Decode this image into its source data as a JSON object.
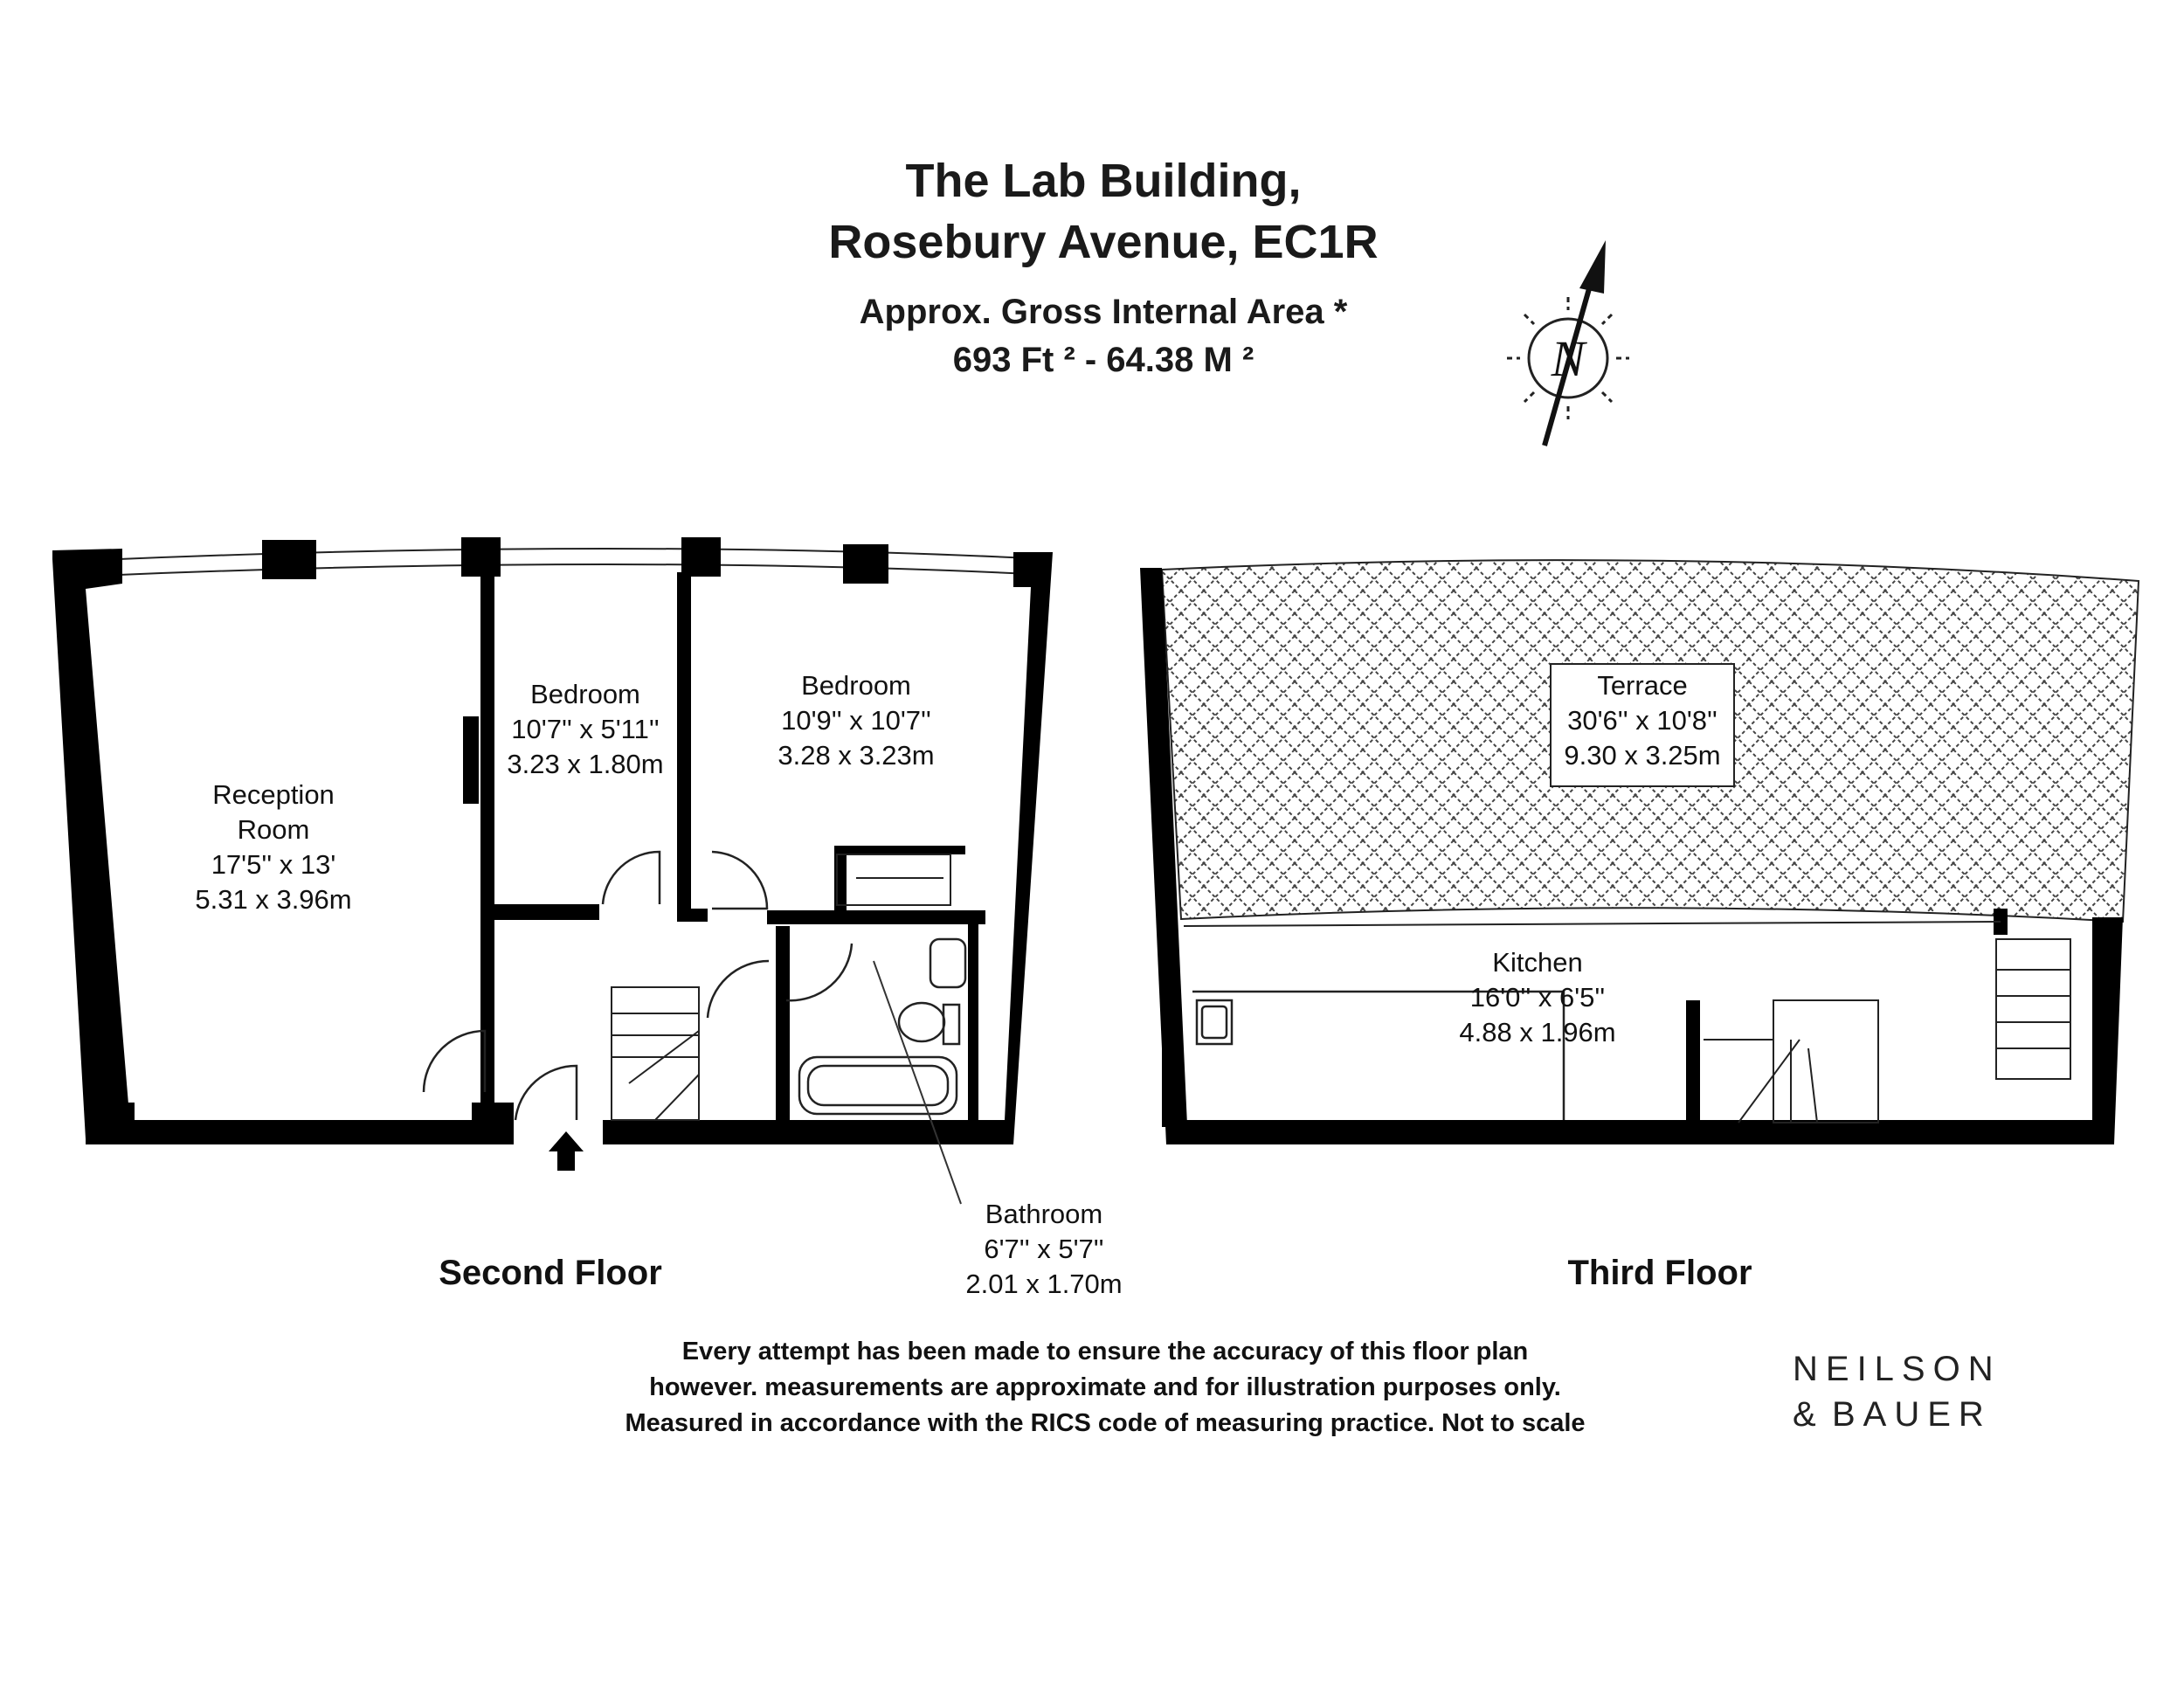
{
  "header": {
    "title_line1": "The Lab Building,",
    "title_line2": "Rosebury Avenue, EC1R",
    "area_label": "Approx. Gross Internal Area *",
    "area_value": "693 Ft ² - 64.38 M ²"
  },
  "compass": {
    "letter": "N"
  },
  "floors": {
    "second": {
      "label": "Second Floor",
      "rooms": [
        {
          "name": "Reception\nRoom",
          "imperial": "17'5'' x 13'",
          "metric": "5.31 x 3.96m"
        },
        {
          "name": "Bedroom",
          "imperial": "10'7'' x 5'11''",
          "metric": "3.23 x 1.80m"
        },
        {
          "name": "Bedroom",
          "imperial": "10'9'' x 10'7''",
          "metric": "3.28 x 3.23m"
        },
        {
          "name": "Bathroom",
          "imperial": "6'7'' x 5'7''",
          "metric": "2.01 x 1.70m"
        }
      ]
    },
    "third": {
      "label": "Third Floor",
      "rooms": [
        {
          "name": "Terrace",
          "imperial": "30'6'' x 10'8''",
          "metric": "9.30 x 3.25m"
        },
        {
          "name": "Kitchen",
          "imperial": "16'0'' x 6'5''",
          "metric": "4.88 x 1.96m"
        }
      ]
    }
  },
  "disclaimer": [
    "Every attempt has been made to ensure the accuracy of this floor plan",
    "however. measurements are approximate and for illustration purposes only.",
    "Measured in accordance with the RICS code of measuring practice. Not to scale"
  ],
  "brand": {
    "line1": "NEILSON",
    "amp": "&",
    "line2": "BAUER",
    "amp_color": "#c0877a"
  },
  "colors": {
    "wall": "#000000",
    "text": "#111111"
  }
}
